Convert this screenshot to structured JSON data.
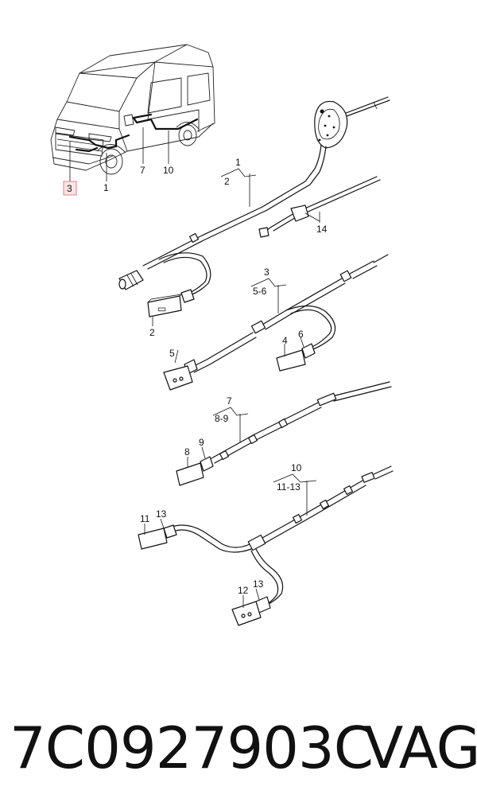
{
  "callouts": {
    "vehicle_3": "3",
    "vehicle_1": "1",
    "vehicle_7": "7",
    "vehicle_10": "10",
    "grp1_top": "1",
    "grp1_sub": "2",
    "item_14": "14",
    "item_2": "2",
    "grp3_top": "3",
    "grp3_sub": "5-6",
    "item_5": "5",
    "item_4": "4",
    "item_6": "6",
    "grp7_top": "7",
    "grp7_sub": "8-9",
    "item_8": "8",
    "item_9": "9",
    "grp10_top": "10",
    "grp10_sub": "11-13",
    "item_11": "11",
    "item_13a": "13",
    "item_12": "12",
    "item_13b": "13"
  },
  "footer": {
    "part_number": "7C0927903C",
    "brand": "VAG"
  },
  "colors": {
    "highlight_box": "#e08080",
    "line": "#111111"
  }
}
